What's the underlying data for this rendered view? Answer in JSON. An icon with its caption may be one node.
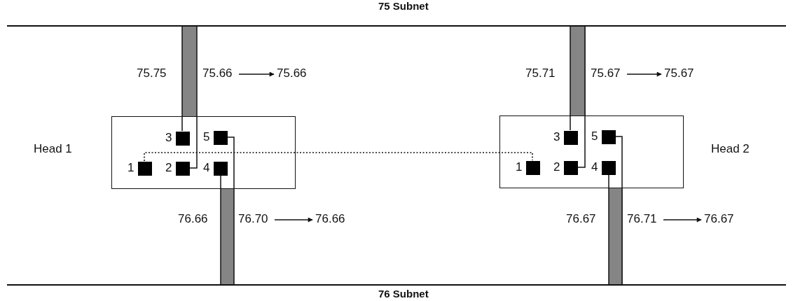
{
  "diagram": {
    "nodes": [
      {
        "text": [
          "75 Subnet"
        ]
      },
      {
        "text": [],
        "shape": "box",
        "beside": [
          "Head 1"
        ]
      },
      {
        "text": [],
        "shape": "box",
        "in": 1,
        "beside": [
          "3"
        ]
      },
      {
        "text": [],
        "shape": "box",
        "in": 1,
        "beside": [
          "5"
        ]
      },
      {
        "text": [],
        "shape": "box",
        "in": 1,
        "beside": [
          "1"
        ]
      },
      {
        "text": [],
        "shape": "box",
        "in": 1,
        "beside": [
          "2"
        ]
      },
      {
        "text": [],
        "shape": "box",
        "in": 1,
        "beside": [
          "4"
        ]
      },
      {
        "text": [],
        "shape": "box",
        "beside": [
          "Head 2"
        ]
      },
      {
        "text": [],
        "shape": "box",
        "in": 7,
        "beside": [
          "3"
        ]
      },
      {
        "text": [],
        "shape": "box",
        "in": 7,
        "beside": [
          "5"
        ]
      },
      {
        "text": [],
        "shape": "box",
        "in": 7,
        "beside": [
          "1"
        ]
      },
      {
        "text": [],
        "shape": "box",
        "in": 7,
        "beside": [
          "2"
        ]
      },
      {
        "text": [],
        "shape": "box",
        "in": 7,
        "beside": [
          "4"
        ]
      },
      {
        "text": [
          "76 Subnet"
        ]
      },
      {
        "text": [
          "75.66"
        ]
      },
      {
        "text": [
          "75.66"
        ]
      },
      {
        "text": [
          "75.67"
        ]
      },
      {
        "text": [
          "75.67"
        ]
      },
      {
        "text": [
          "76.70"
        ]
      },
      {
        "text": [
          "76.66"
        ]
      },
      {
        "text": [
          "76.71"
        ]
      },
      {
        "text": [
          "76.67"
        ]
      },
      {
        "text": [],
        "shape": "bar"
      },
      {
        "text": [],
        "shape": "bar"
      },
      {
        "text": [],
        "shape": "bar"
      },
      {
        "text": [],
        "shape": "bar"
      }
    ],
    "edges": [
      {
        "from": 2,
        "to": 0,
        "arrow": "none"
      },
      {
        "from": 5,
        "to": 0,
        "arrow": "none"
      },
      {
        "from": 3,
        "to": 13,
        "arrow": "none"
      },
      {
        "from": 6,
        "to": 13,
        "arrow": "none"
      },
      {
        "from": 4,
        "to": 10,
        "arrow": "none",
        "style": "dashed"
      },
      {
        "from": 8,
        "to": 0,
        "arrow": "none"
      },
      {
        "from": 11,
        "to": 0,
        "arrow": "none"
      },
      {
        "from": 9,
        "to": 13,
        "arrow": "none"
      },
      {
        "from": 12,
        "to": 13,
        "arrow": "none"
      },
      {
        "from": 14,
        "to": 15,
        "arrow": "to"
      },
      {
        "from": 16,
        "to": 17,
        "arrow": "to"
      },
      {
        "from": 18,
        "to": 19,
        "arrow": "to"
      },
      {
        "from": 20,
        "to": 21,
        "arrow": "to"
      }
    ],
    "labels": [
      "75.75",
      "75.71",
      "76.66",
      "76.67"
    ]
  }
}
